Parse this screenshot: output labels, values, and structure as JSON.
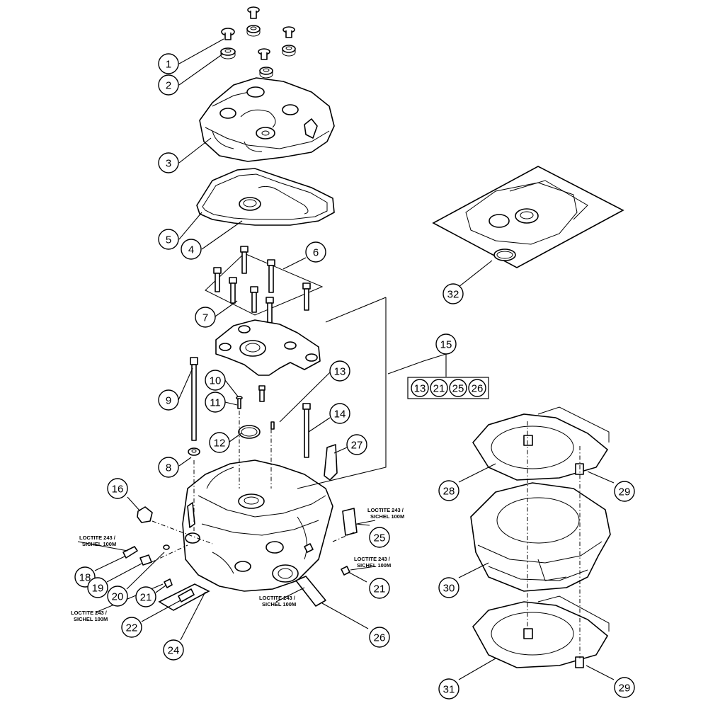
{
  "callouts": [
    {
      "id": "c1",
      "label": "1"
    },
    {
      "id": "c2",
      "label": "2"
    },
    {
      "id": "c3",
      "label": "3"
    },
    {
      "id": "c4",
      "label": "4"
    },
    {
      "id": "c5",
      "label": "5"
    },
    {
      "id": "c6",
      "label": "6"
    },
    {
      "id": "c7",
      "label": "7"
    },
    {
      "id": "c8",
      "label": "8"
    },
    {
      "id": "c9",
      "label": "9"
    },
    {
      "id": "c10",
      "label": "10"
    },
    {
      "id": "c11",
      "label": "11"
    },
    {
      "id": "c12",
      "label": "12"
    },
    {
      "id": "c13",
      "label": "13"
    },
    {
      "id": "c14",
      "label": "14"
    },
    {
      "id": "c15",
      "label": "15"
    },
    {
      "id": "c16",
      "label": "16"
    },
    {
      "id": "c18",
      "label": "18"
    },
    {
      "id": "c19",
      "label": "19"
    },
    {
      "id": "c20",
      "label": "20"
    },
    {
      "id": "c21a",
      "label": "21"
    },
    {
      "id": "c21b",
      "label": "21"
    },
    {
      "id": "c22",
      "label": "22"
    },
    {
      "id": "c24",
      "label": "24"
    },
    {
      "id": "c25",
      "label": "25"
    },
    {
      "id": "c26",
      "label": "26"
    },
    {
      "id": "c27",
      "label": "27"
    },
    {
      "id": "c28",
      "label": "28"
    },
    {
      "id": "c29a",
      "label": "29"
    },
    {
      "id": "c29b",
      "label": "29"
    },
    {
      "id": "c30",
      "label": "30"
    },
    {
      "id": "c31",
      "label": "31"
    },
    {
      "id": "c32",
      "label": "32"
    }
  ],
  "kit_15": [
    "13",
    "21",
    "25",
    "26"
  ],
  "notes": [
    {
      "line1": "LOCTITE 243 /",
      "line2": "SICHEL 100M"
    },
    {
      "line1": "LOCTITE 243 /",
      "line2": "SICHEL 100M"
    },
    {
      "line1": "LOCTITE 243 /",
      "line2": "SICHEL 100M"
    },
    {
      "line1": "LOCTITE 243 /",
      "line2": "SICHEL 100M"
    },
    {
      "line1": "LOCTITE 243 /",
      "line2": "SICHEL 100M"
    }
  ]
}
